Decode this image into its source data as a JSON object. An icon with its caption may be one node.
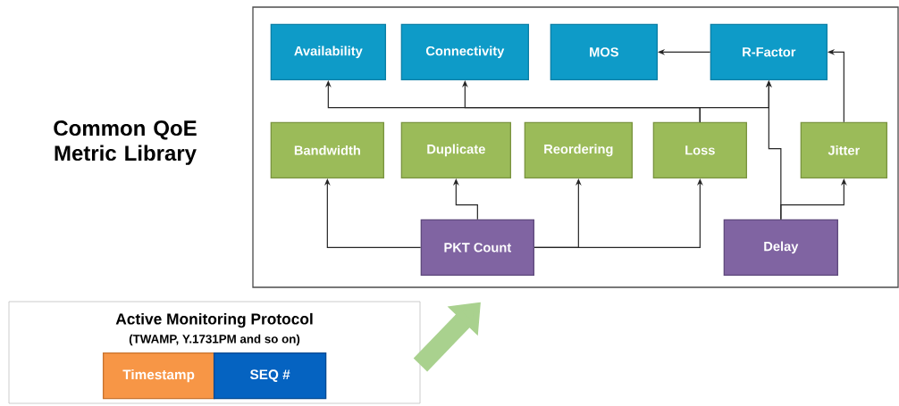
{
  "diagram": {
    "nodes": [
      {
        "text": [
          "Common QoE Metric Library"
        ]
      },
      {
        "text": [
          "Availability"
        ],
        "in": 0
      },
      {
        "text": [
          "Connectivity"
        ],
        "in": 0
      },
      {
        "text": [
          "MOS"
        ],
        "in": 0
      },
      {
        "text": [
          "R-Factor"
        ],
        "in": 0
      },
      {
        "text": [
          "Bandwidth"
        ],
        "in": 0
      },
      {
        "text": [
          "Duplicate"
        ],
        "in": 0
      },
      {
        "text": [
          "Reordering"
        ],
        "in": 0
      },
      {
        "text": [
          "Loss"
        ],
        "in": 0
      },
      {
        "text": [
          "Jitter"
        ],
        "in": 0
      },
      {
        "text": [
          "PKT Count"
        ],
        "in": 0
      },
      {
        "text": [
          "Delay"
        ],
        "in": 0
      },
      {
        "text": [
          "Active Monitoring Protocol",
          "(TWAMP, Y.1731PM and so on)"
        ]
      },
      {
        "text": [
          "Timestamp"
        ],
        "in": 12
      },
      {
        "text": [
          "SEQ #"
        ],
        "in": 12
      }
    ],
    "edges": [
      {
        "from": 4,
        "to": 3,
        "arrow": "to"
      },
      {
        "from": 9,
        "to": 4,
        "arrow": "to"
      },
      {
        "from": 8,
        "to": 1,
        "arrow": "to"
      },
      {
        "from": 8,
        "to": 2,
        "arrow": "to"
      },
      {
        "from": 8,
        "to": 4,
        "arrow": "to"
      },
      {
        "from": 11,
        "to": 4,
        "arrow": "to"
      },
      {
        "from": 11,
        "to": 9,
        "arrow": "to"
      },
      {
        "from": 10,
        "to": 5,
        "arrow": "to"
      },
      {
        "from": 10,
        "to": 6,
        "arrow": "to"
      },
      {
        "from": 10,
        "to": 7,
        "arrow": "to"
      },
      {
        "from": 10,
        "to": 8,
        "arrow": "to"
      },
      {
        "from": 12,
        "to": 0,
        "arrow": "to",
        "style": "thick",
        "color": "#a9d18e"
      }
    ]
  }
}
